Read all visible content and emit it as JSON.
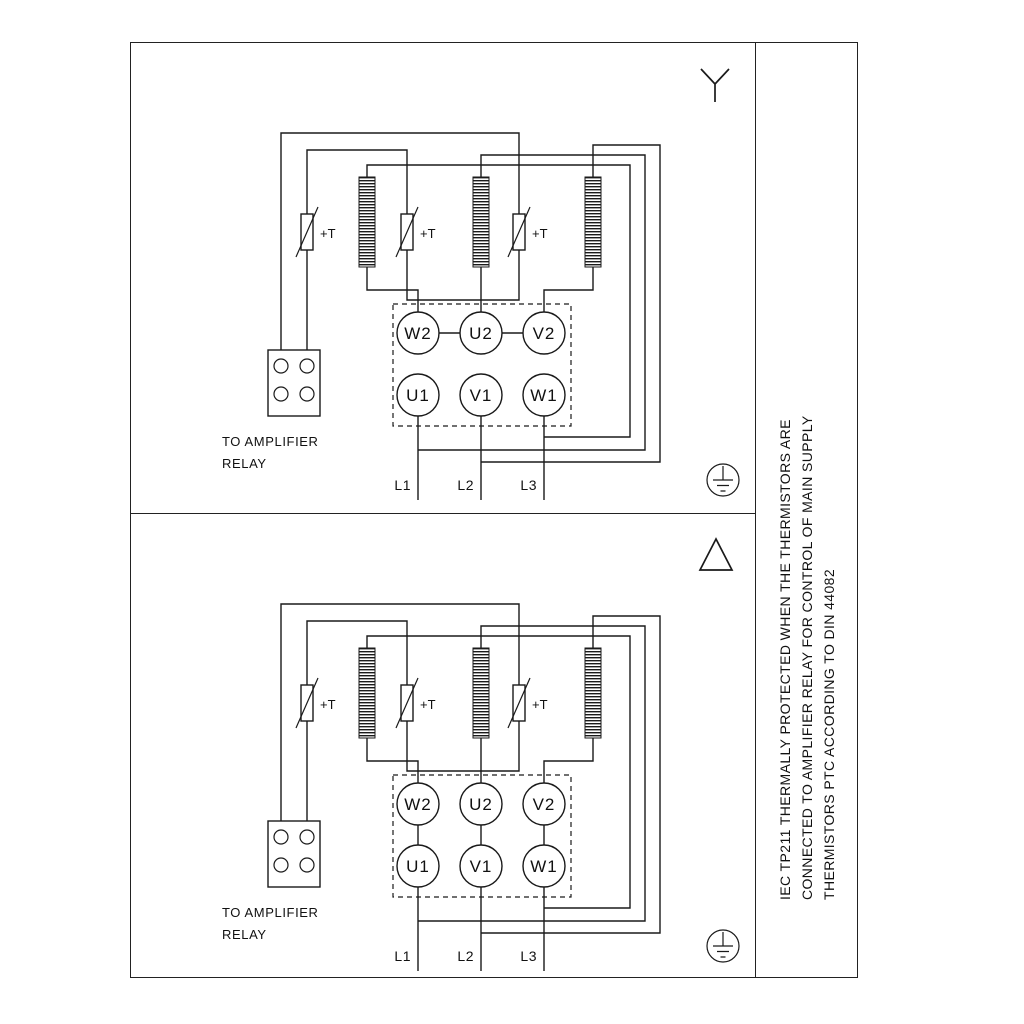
{
  "diagram": {
    "terminals_top": [
      "W2",
      "U2",
      "V2"
    ],
    "terminals_bottom": [
      "U1",
      "V1",
      "W1"
    ],
    "supply_lines": [
      "L1",
      "L2",
      "L3"
    ],
    "thermistor_label": "+T",
    "relay_note_line1": "TO AMPLIFIER",
    "relay_note_line2": "RELAY"
  },
  "symbols": {
    "top_panel": "star-connection-symbol",
    "bottom_panel": "delta-connection-symbol",
    "corner": "protective-earth-symbol"
  },
  "side_note": {
    "line1": "IEC TP211 THERMALLY PROTECTED WHEN THE THERMISTORS ARE",
    "line2": "CONNECTED TO AMPLIFIER RELAY FOR CONTROL OF MAIN SUPPLY",
    "line3": "THERMISTORS PTC ACCORDING TO DIN 44082"
  },
  "colors": {
    "line": "#1a1a1a",
    "background": "#ffffff"
  }
}
